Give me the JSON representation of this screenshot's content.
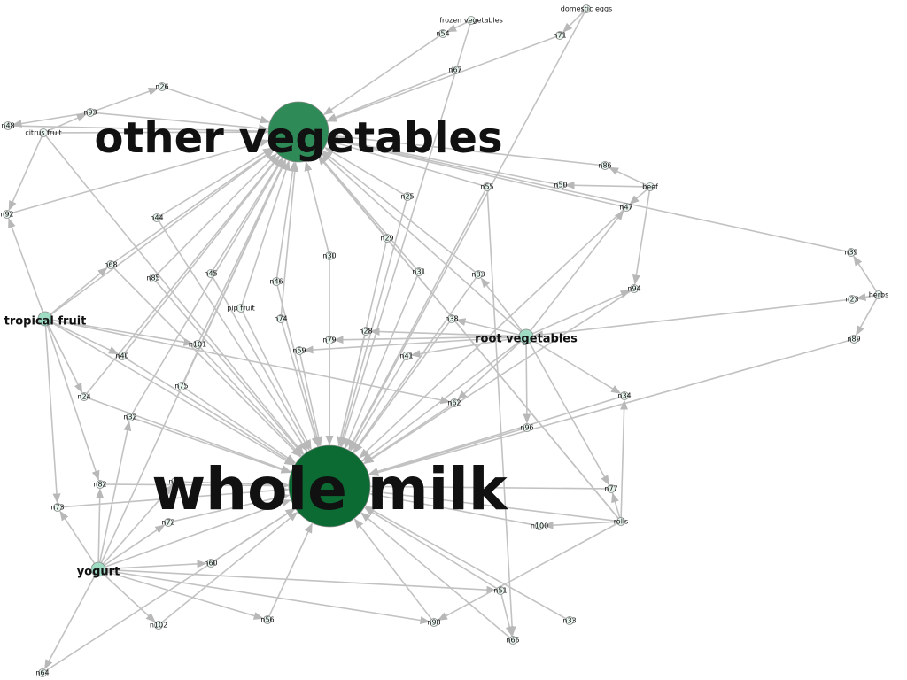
{
  "graph": {
    "colors": {
      "edge": "#c2c2c2",
      "node_small": "#e8f5ee",
      "node_mid": "#9fdcc4",
      "node_large": "#2e8b57",
      "node_huge": "#0b6b33",
      "node_huge_stroke": "#0a3d1e"
    },
    "nodes": [
      {
        "id": "wm",
        "label": "whole milk",
        "size": "huge"
      },
      {
        "id": "ov",
        "label": "other vegetables",
        "size": "big"
      },
      {
        "id": "rv",
        "label": "root vegetables",
        "size": "mid"
      },
      {
        "id": "tf",
        "label": "tropical fruit",
        "size": "mid"
      },
      {
        "id": "yo",
        "label": "yogurt",
        "size": "mid"
      },
      {
        "id": "cf",
        "label": "citrus fruit",
        "size": "small"
      },
      {
        "id": "pf",
        "label": "pip fruit",
        "size": "small"
      },
      {
        "id": "fv",
        "label": "frozen vegetables",
        "size": "small"
      },
      {
        "id": "de",
        "label": "domestic eggs",
        "size": "small"
      },
      {
        "id": "beef",
        "label": "beef",
        "size": "small"
      },
      {
        "id": "herbs",
        "label": "herbs",
        "size": "small"
      },
      {
        "id": "rolls",
        "label": "rolls",
        "size": "small"
      },
      {
        "id": "n23",
        "label": "n23",
        "size": "small"
      },
      {
        "id": "n24",
        "label": "n24",
        "size": "small"
      },
      {
        "id": "n25",
        "label": "n25",
        "size": "small"
      },
      {
        "id": "n26",
        "label": "n26",
        "size": "small"
      },
      {
        "id": "n28",
        "label": "n28",
        "size": "small"
      },
      {
        "id": "n29",
        "label": "n29",
        "size": "small"
      },
      {
        "id": "n30",
        "label": "n30",
        "size": "small"
      },
      {
        "id": "n31",
        "label": "n31",
        "size": "small"
      },
      {
        "id": "n32",
        "label": "n32",
        "size": "small"
      },
      {
        "id": "n33",
        "label": "n33",
        "size": "small"
      },
      {
        "id": "n34",
        "label": "n34",
        "size": "small"
      },
      {
        "id": "n38",
        "label": "n38",
        "size": "small"
      },
      {
        "id": "n39",
        "label": "n39",
        "size": "small"
      },
      {
        "id": "n40",
        "label": "n40",
        "size": "small"
      },
      {
        "id": "n41",
        "label": "n41",
        "size": "small"
      },
      {
        "id": "n44",
        "label": "n44",
        "size": "small"
      },
      {
        "id": "n45",
        "label": "n45",
        "size": "small"
      },
      {
        "id": "n46",
        "label": "n46",
        "size": "small"
      },
      {
        "id": "n47",
        "label": "n47",
        "size": "small"
      },
      {
        "id": "n48",
        "label": "n48",
        "size": "small"
      },
      {
        "id": "n50",
        "label": "n50",
        "size": "small"
      },
      {
        "id": "n51",
        "label": "n51",
        "size": "small"
      },
      {
        "id": "n54",
        "label": "n54",
        "size": "small"
      },
      {
        "id": "n55",
        "label": "n55",
        "size": "small"
      },
      {
        "id": "n56",
        "label": "n56",
        "size": "small"
      },
      {
        "id": "n59",
        "label": "n59",
        "size": "small"
      },
      {
        "id": "n60",
        "label": "n60",
        "size": "small"
      },
      {
        "id": "n62",
        "label": "n62",
        "size": "small"
      },
      {
        "id": "n64",
        "label": "n64",
        "size": "small"
      },
      {
        "id": "n65",
        "label": "n65",
        "size": "small"
      },
      {
        "id": "n67",
        "label": "n67",
        "size": "small"
      },
      {
        "id": "n68",
        "label": "n68",
        "size": "small"
      },
      {
        "id": "n69",
        "label": "n69",
        "size": "small"
      },
      {
        "id": "n71",
        "label": "n71",
        "size": "small"
      },
      {
        "id": "n72",
        "label": "n72",
        "size": "small"
      },
      {
        "id": "n73",
        "label": "n73",
        "size": "small"
      },
      {
        "id": "n74",
        "label": "n74",
        "size": "small"
      },
      {
        "id": "n75",
        "label": "n75",
        "size": "small"
      },
      {
        "id": "n77",
        "label": "n77",
        "size": "small"
      },
      {
        "id": "n79",
        "label": "n79",
        "size": "small"
      },
      {
        "id": "n82",
        "label": "n82",
        "size": "small"
      },
      {
        "id": "n83",
        "label": "n83",
        "size": "small"
      },
      {
        "id": "n85",
        "label": "n85",
        "size": "small"
      },
      {
        "id": "n86",
        "label": "n86",
        "size": "small"
      },
      {
        "id": "n89",
        "label": "n89",
        "size": "small"
      },
      {
        "id": "n92",
        "label": "n92",
        "size": "small"
      },
      {
        "id": "n93",
        "label": "n93",
        "size": "small"
      },
      {
        "id": "n94",
        "label": "n94",
        "size": "small"
      },
      {
        "id": "n96",
        "label": "n96",
        "size": "small"
      },
      {
        "id": "n98",
        "label": "n98",
        "size": "small"
      },
      {
        "id": "n100",
        "label": "n100",
        "size": "small"
      },
      {
        "id": "n101",
        "label": "n101",
        "size": "small"
      },
      {
        "id": "n102",
        "label": "n102",
        "size": "small"
      }
    ],
    "edges": [
      [
        "n25",
        "ov"
      ],
      [
        "n25",
        "wm"
      ],
      [
        "n29",
        "ov"
      ],
      [
        "n29",
        "wm"
      ],
      [
        "n30",
        "ov"
      ],
      [
        "n30",
        "wm"
      ],
      [
        "n31",
        "ov"
      ],
      [
        "n31",
        "wm"
      ],
      [
        "n83",
        "ov"
      ],
      [
        "n83",
        "wm"
      ],
      [
        "n38",
        "wm"
      ],
      [
        "n28",
        "wm"
      ],
      [
        "n79",
        "wm"
      ],
      [
        "n59",
        "wm"
      ],
      [
        "n41",
        "wm"
      ],
      [
        "n62",
        "wm"
      ],
      [
        "n96",
        "wm"
      ],
      [
        "n34",
        "wm"
      ],
      [
        "n77",
        "wm"
      ],
      [
        "n100",
        "wm"
      ],
      [
        "n51",
        "wm"
      ],
      [
        "n65",
        "wm"
      ],
      [
        "n33",
        "wm"
      ],
      [
        "n98",
        "wm"
      ],
      [
        "n56",
        "wm"
      ],
      [
        "n60",
        "wm"
      ],
      [
        "n72",
        "wm"
      ],
      [
        "n69",
        "wm"
      ],
      [
        "n82",
        "wm"
      ],
      [
        "n73",
        "wm"
      ],
      [
        "n32",
        "wm"
      ],
      [
        "n24",
        "wm"
      ],
      [
        "n40",
        "wm"
      ],
      [
        "n75",
        "wm"
      ],
      [
        "n101",
        "wm"
      ],
      [
        "n74",
        "wm"
      ],
      [
        "n46",
        "wm"
      ],
      [
        "n45",
        "wm"
      ],
      [
        "n85",
        "wm"
      ],
      [
        "n68",
        "wm"
      ],
      [
        "n44",
        "wm"
      ],
      [
        "n55",
        "wm"
      ],
      [
        "n47",
        "wm"
      ],
      [
        "n94",
        "wm"
      ],
      [
        "n86",
        "ov"
      ],
      [
        "n50",
        "ov"
      ],
      [
        "n47",
        "ov"
      ],
      [
        "n55",
        "ov"
      ],
      [
        "n26",
        "ov"
      ],
      [
        "n93",
        "ov"
      ],
      [
        "n54",
        "ov"
      ],
      [
        "n67",
        "ov"
      ],
      [
        "n71",
        "ov"
      ],
      [
        "n48",
        "ov"
      ],
      [
        "n92",
        "ov"
      ],
      [
        "n44",
        "ov"
      ],
      [
        "n68",
        "ov"
      ],
      [
        "n85",
        "ov"
      ],
      [
        "n45",
        "ov"
      ],
      [
        "n46",
        "ov"
      ],
      [
        "n74",
        "ov"
      ],
      [
        "n40",
        "ov"
      ],
      [
        "n24",
        "ov"
      ],
      [
        "n101",
        "ov"
      ],
      [
        "n75",
        "ov"
      ],
      [
        "n32",
        "ov"
      ],
      [
        "cf",
        "ov"
      ],
      [
        "cf",
        "wm"
      ],
      [
        "tf",
        "ov"
      ],
      [
        "tf",
        "wm"
      ],
      [
        "yo",
        "ov"
      ],
      [
        "yo",
        "wm"
      ],
      [
        "rv",
        "ov"
      ],
      [
        "rv",
        "wm"
      ],
      [
        "pf",
        "ov"
      ],
      [
        "pf",
        "wm"
      ],
      [
        "rolls",
        "wm"
      ],
      [
        "rolls",
        "ov"
      ],
      [
        "fv",
        "n54"
      ],
      [
        "de",
        "n71"
      ],
      [
        "de",
        "wm"
      ],
      [
        "fv",
        "wm"
      ],
      [
        "beef",
        "n50"
      ],
      [
        "beef",
        "n86"
      ],
      [
        "beef",
        "n47"
      ],
      [
        "beef",
        "n94"
      ],
      [
        "herbs",
        "n39"
      ],
      [
        "herbs",
        "n23"
      ],
      [
        "herbs",
        "n89"
      ],
      [
        "n39",
        "ov"
      ],
      [
        "n23",
        "rv"
      ],
      [
        "n89",
        "wm"
      ],
      [
        "rv",
        "n83"
      ],
      [
        "rv",
        "n38"
      ],
      [
        "rv",
        "n41"
      ],
      [
        "rv",
        "n62"
      ],
      [
        "rv",
        "n96"
      ],
      [
        "rv",
        "n34"
      ],
      [
        "rv",
        "n77"
      ],
      [
        "rv",
        "n94"
      ],
      [
        "rv",
        "n47"
      ],
      [
        "rv",
        "n28"
      ],
      [
        "rv",
        "n79"
      ],
      [
        "rv",
        "n59"
      ],
      [
        "tf",
        "n68"
      ],
      [
        "tf",
        "n40"
      ],
      [
        "tf",
        "n24"
      ],
      [
        "tf",
        "n101"
      ],
      [
        "tf",
        "n62"
      ],
      [
        "tf",
        "n73"
      ],
      [
        "tf",
        "n82"
      ],
      [
        "tf",
        "n92"
      ],
      [
        "yo",
        "n32"
      ],
      [
        "yo",
        "n60"
      ],
      [
        "yo",
        "n72"
      ],
      [
        "yo",
        "n102"
      ],
      [
        "yo",
        "n98"
      ],
      [
        "yo",
        "n56"
      ],
      [
        "yo",
        "n51"
      ],
      [
        "yo",
        "n64"
      ],
      [
        "yo",
        "n82"
      ],
      [
        "yo",
        "n69"
      ],
      [
        "yo",
        "n73"
      ],
      [
        "n93",
        "n26"
      ],
      [
        "n93",
        "n48"
      ],
      [
        "cf",
        "n92"
      ],
      [
        "cf",
        "n93"
      ],
      [
        "n102",
        "wm"
      ],
      [
        "n64",
        "wm"
      ],
      [
        "rolls",
        "n100"
      ],
      [
        "rolls",
        "n77"
      ],
      [
        "rolls",
        "n34"
      ],
      [
        "rolls",
        "n98"
      ],
      [
        "rolls",
        "ov"
      ],
      [
        "n55",
        "n65"
      ],
      [
        "n51",
        "n65"
      ]
    ]
  }
}
